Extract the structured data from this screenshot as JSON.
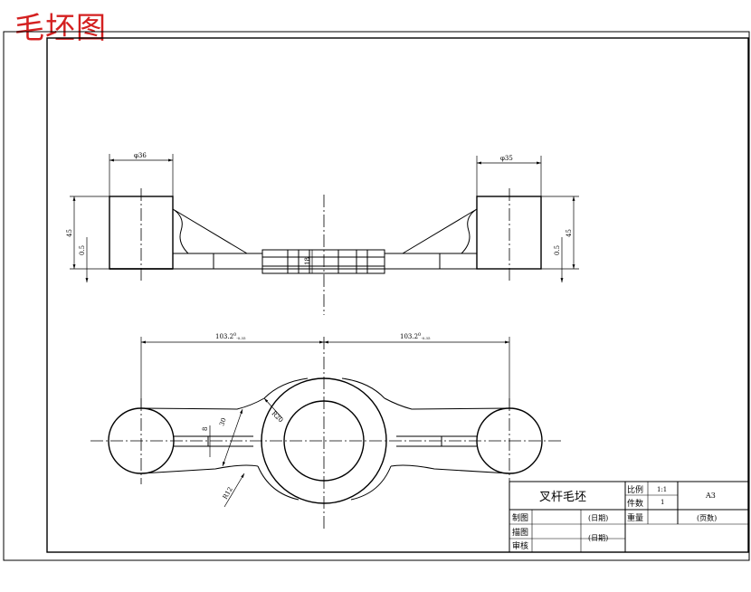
{
  "drawing_title": "毛坯图",
  "dimensions": {
    "top_left_dia": "φ36",
    "top_right_dia": "φ35",
    "height_left": "45",
    "height_right": "45",
    "offset_left": "0.5",
    "offset_right": "0.5",
    "web_thickness": "18",
    "len_left": "103.2",
    "len_right": "103.2",
    "tol_sup": "0",
    "tol_sub": "-0.35",
    "slot": "8",
    "neck": "30",
    "r_top": "R20",
    "r_bottom": "R12"
  },
  "title_block": {
    "part_name": "叉杆毛坯",
    "scale_label": "比例",
    "scale_value": "1:1",
    "qty_label": "件数",
    "qty_value": "1",
    "weight_label": "重量",
    "sheet": "A3",
    "drawn_label": "制图",
    "traced_label": "描图",
    "checked_label": "审核",
    "date_label": "(日期)",
    "date_label_2": "(日期)",
    "page_label": "(页数)"
  }
}
